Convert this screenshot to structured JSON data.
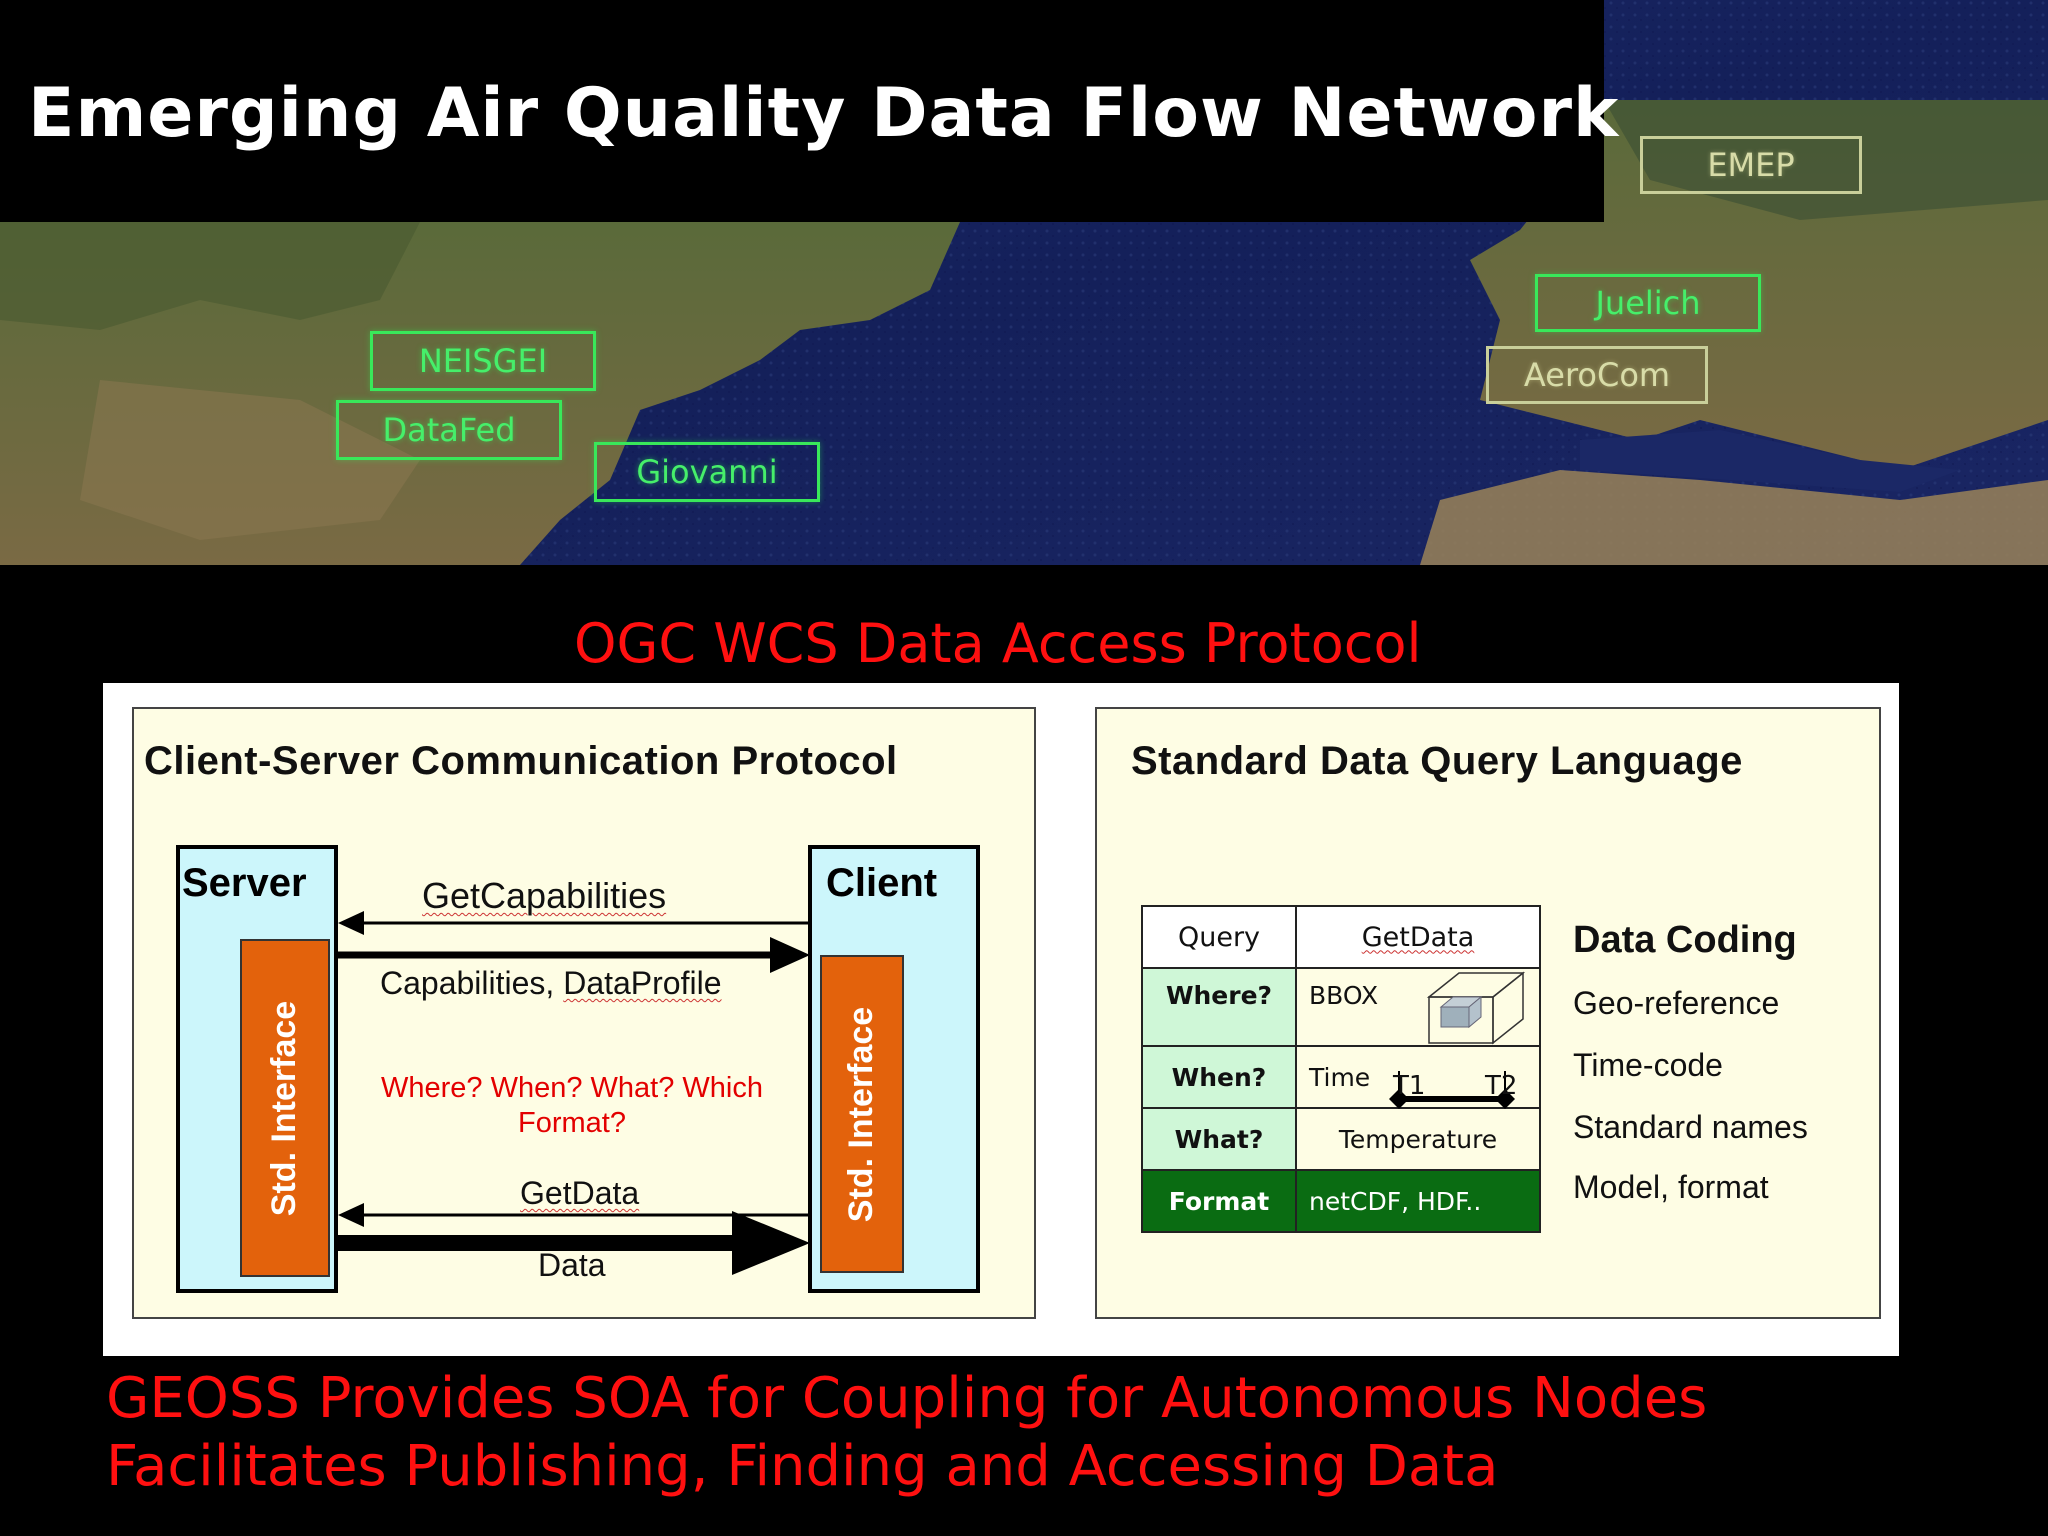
{
  "title": "Emerging Air Quality Data Flow Network",
  "map_nodes": {
    "emep": "EMEP",
    "juelich": "Juelich",
    "aerocom": "AeroCom",
    "neisgei": "NEISGEI",
    "datafed": "DataFed",
    "giovanni": "Giovanni"
  },
  "protocol_heading": "OGC WCS Data Access Protocol",
  "client_server": {
    "title": "Client-Server Communication Protocol",
    "server_label": "Server",
    "client_label": "Client",
    "interface_label": "Std. Interface",
    "msg_getcapabilities": "GetCapabilities",
    "msg_capabilities_prefix": "Capabilities, ",
    "msg_capabilities_suffix": "DataProfile",
    "msg_question": "Where? When? What? Which Format?",
    "msg_getdata": "GetData",
    "msg_data": "Data"
  },
  "query_language": {
    "title": "Standard Data Query Language",
    "header": {
      "key": "Query",
      "value": "GetData"
    },
    "rows": [
      {
        "key": "Where?",
        "value": "BBOX"
      },
      {
        "key": "When?",
        "value": "Time"
      },
      {
        "key": "What?",
        "value": "Temperature"
      },
      {
        "key": "Format",
        "value": "netCDF, HDF.."
      }
    ],
    "time_t1": "T1",
    "time_t2": "T2",
    "coding_title": "Data Coding",
    "coding_items": [
      "Geo-reference",
      "Time-code",
      "Standard names",
      "Model, format"
    ]
  },
  "footer": {
    "line1": "GEOSS Provides SOA for Coupling for Autonomous Nodes",
    "line2": "Facilitates Publishing, Finding and Accessing Data"
  },
  "colors": {
    "node_green": "#46ef6a",
    "heading_red": "#ff1010",
    "interface_orange": "#e3620c",
    "column_cyan": "#ccf6fb",
    "format_green": "#0a6c12"
  }
}
